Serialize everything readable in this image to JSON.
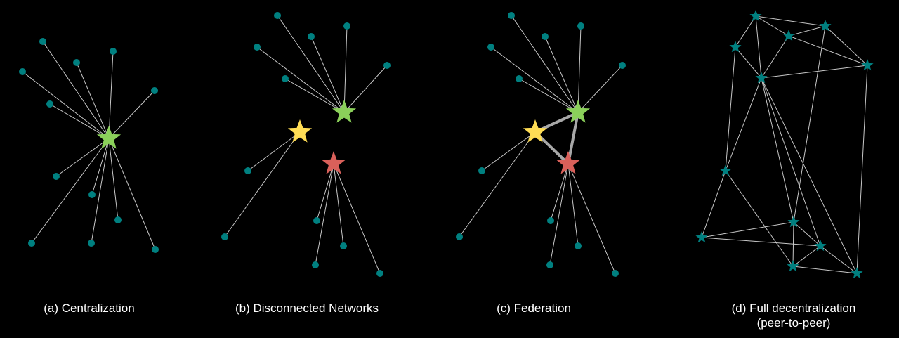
{
  "colors": {
    "background": "#000000",
    "edge": "#c8c8c8",
    "bridge": "#a8a8a8",
    "node": "#008080",
    "green_hub": "#8bd05a",
    "yellow_hub": "#ffdd55",
    "red_hub": "#d9605a",
    "caption": "#ffffff"
  },
  "panels": [
    {
      "id": "centralization",
      "caption_lines": [
        "(a) Centralization"
      ]
    },
    {
      "id": "disconnected",
      "caption_lines": [
        "(b) Disconnected Networks"
      ]
    },
    {
      "id": "federation",
      "caption_lines": [
        "(c) Federation"
      ]
    },
    {
      "id": "decentralization",
      "caption_lines": [
        "(d) Full decentralization",
        "(peer-to-peer)"
      ]
    }
  ],
  "legend_semantics": {
    "hub_icon": "star-icon",
    "client_icon": "circle-icon"
  }
}
